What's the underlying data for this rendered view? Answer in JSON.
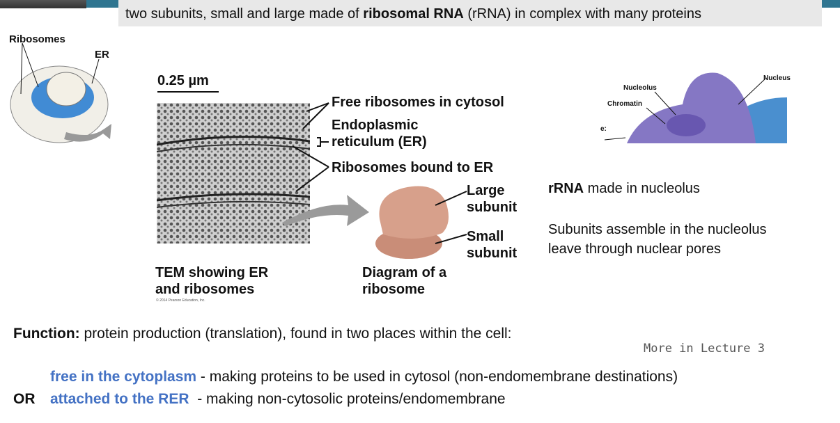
{
  "header": {
    "pre": "two subunits, small and large made of ",
    "bold": "ribosomal RNA",
    "post": " (rRNA) in complex with many proteins"
  },
  "cell_figure": {
    "ribosomes": "Ribosomes",
    "er": "ER"
  },
  "tem_figure": {
    "scale": "0.25 µm",
    "free": "Free ribosomes in cytosol",
    "er1": "Endoplasmic",
    "er2": "reticulum (ER)",
    "bound": "Ribosomes bound to ER",
    "caption1": "TEM showing ER",
    "caption2": "and ribosomes",
    "copyright": "© 2014 Pearson Education, Inc."
  },
  "ribosome_figure": {
    "large1": "Large",
    "large2": "subunit",
    "small1": "Small",
    "small2": "subunit",
    "caption1": "Diagram of a",
    "caption2": "ribosome"
  },
  "nucleus_figure": {
    "nucleolus": "Nucleolus",
    "chromatin": "Chromatin",
    "nucleus": "Nucleus",
    "cut": "e:"
  },
  "notes": {
    "rrna_bold": "rRNA",
    "rrna_text": " made in nucleolus",
    "assemble1": "Subunits assemble in the nucleolus",
    "assemble2": "leave through nuclear pores"
  },
  "function": {
    "label": "Function:",
    "text": " protein production (translation), found in two places within the cell:",
    "handnote": "More in Lecture 3",
    "free_place": "free in the cytoplasm",
    "free_desc": " - making proteins to be used in cytosol (non-endomembrane destinations)",
    "or": "OR",
    "rer_place": "attached to the RER",
    "rer_desc": "  - making non-cytosolic proteins/endomembrane"
  },
  "colors": {
    "accent_blue": "#4472c4",
    "teal_bar": "#2f7590",
    "header_bg": "#e8e8e8"
  }
}
